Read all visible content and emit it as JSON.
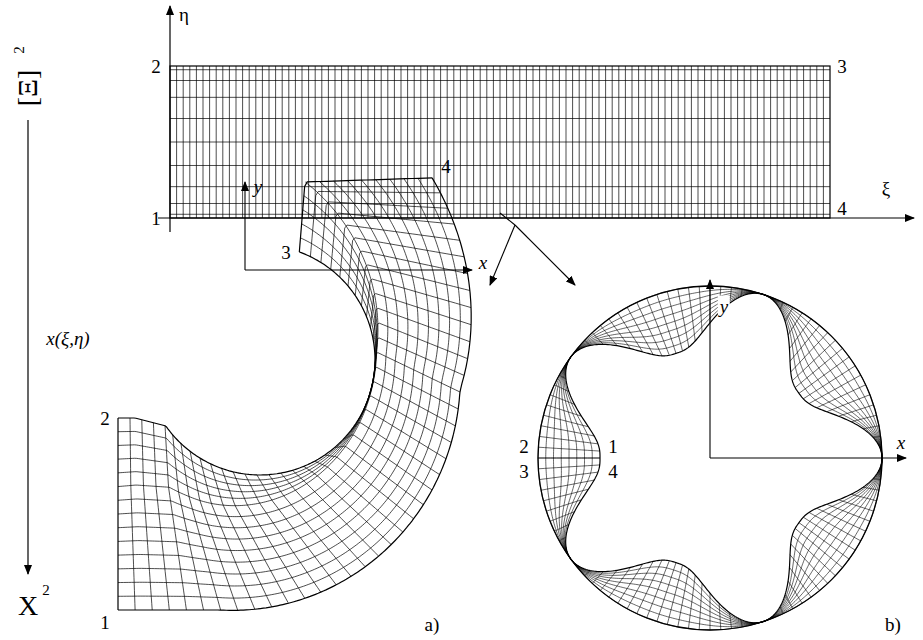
{
  "diagram": {
    "labels": [
      "η",
      "ξ",
      "2",
      "3",
      "1",
      "4",
      "[Ξ]",
      "2",
      "x(ξ,η)",
      "X",
      "2",
      "y",
      "x",
      "2",
      "3",
      "4",
      "1",
      "a)",
      "y",
      "x",
      "2",
      "1",
      "3",
      "4",
      "b)"
    ]
  }
}
